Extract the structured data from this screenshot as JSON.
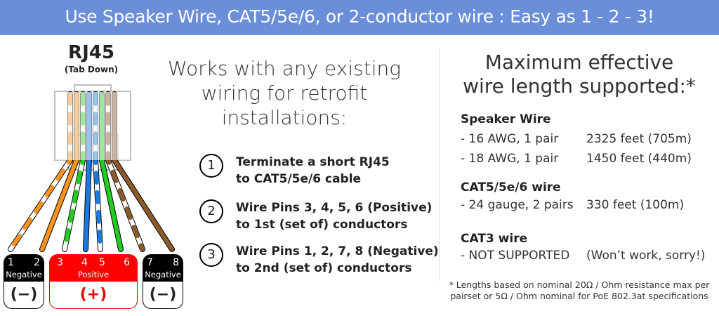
{
  "banner": "Use Speaker Wire, CAT5/5e/6, or 2-conductor wire : Easy as 1 - 2 - 3!",
  "connector": {
    "title": "RJ45",
    "subtitle": "(Tab Down)"
  },
  "groups": [
    {
      "pins": [
        "1",
        "2"
      ],
      "label": "Negative",
      "symbol": "(−)"
    },
    {
      "pins": [
        "3",
        "4",
        "5",
        "6"
      ],
      "label": "Positive",
      "symbol": "(+)"
    },
    {
      "pins": [
        "7",
        "8"
      ],
      "label": "Negative",
      "symbol": "(−)"
    }
  ],
  "colors": {
    "banner": "#6a8fd8",
    "positive": "#ff0000",
    "orange": "#f7931e",
    "green": "#22cc22",
    "blue": "#1a7ae0",
    "brown": "#8b5a2b"
  },
  "middle": {
    "title_lines": [
      "Works with any existing",
      "wiring for retrofit",
      "installations:"
    ],
    "steps": [
      {
        "n": "1",
        "lines": [
          "Terminate a short RJ45",
          "to CAT5/5e/6 cable"
        ]
      },
      {
        "n": "2",
        "lines": [
          "Wire Pins 3, 4, 5, 6 (Positive)",
          "to 1st (set of) conductors"
        ]
      },
      {
        "n": "3",
        "lines": [
          "Wire Pins 1, 2, 7, 8 (Negative)",
          "to 2nd (set of) conductors"
        ]
      }
    ]
  },
  "right": {
    "title_lines": [
      "Maximum effective",
      "wire length supported:*"
    ],
    "speaker": {
      "heading": "Speaker Wire",
      "rows": [
        {
          "spec": "- 16 AWG, 1 pair",
          "len": "2325 feet (705m)"
        },
        {
          "spec": "- 18 AWG, 1 pair",
          "len": "1450 feet (440m)"
        }
      ]
    },
    "cat5": {
      "heading": "CAT5/5e/6 wire",
      "rows": [
        {
          "spec": "- 24 gauge, 2 pairs",
          "len": "330 feet (100m)"
        }
      ]
    },
    "cat3": {
      "heading": "CAT3 wire",
      "rows": [
        {
          "spec": "- NOT SUPPORTED",
          "len": "(Won’t work, sorry!)"
        }
      ]
    },
    "footnote_lines": [
      "* Lengths based on nominal 20Ω / Ohm resistance max per",
      "pairset or 5Ω / Ohm nominal for PoE 802.3at specifications"
    ]
  }
}
